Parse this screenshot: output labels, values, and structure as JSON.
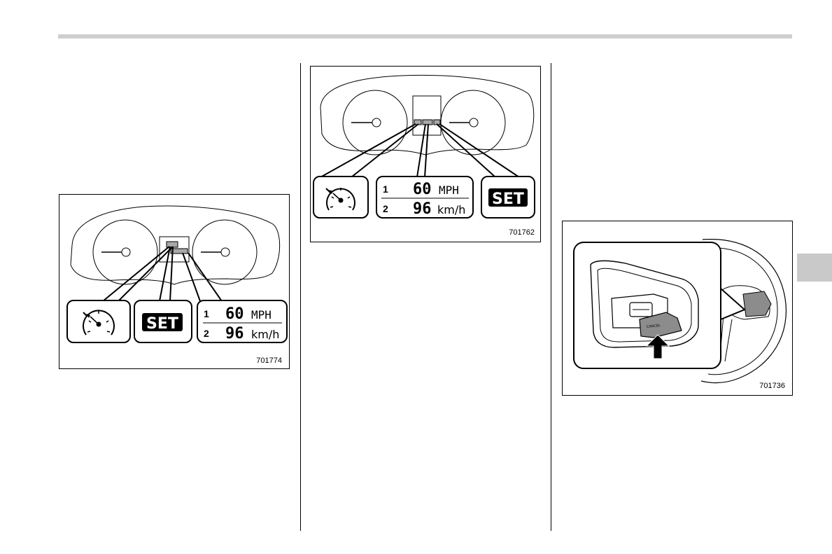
{
  "figures": {
    "fig1": {
      "code": "701774",
      "set_label": "SET",
      "row1_index": "1",
      "row1_speed": "60",
      "row1_unit": "MPH",
      "row2_index": "2",
      "row2_speed": "96",
      "row2_unit": "km/h"
    },
    "fig2": {
      "code": "701762",
      "set_label": "SET",
      "row1_index": "1",
      "row1_speed": "60",
      "row1_unit": "MPH",
      "row2_index": "2",
      "row2_speed": "96",
      "row2_unit": "km/h"
    },
    "fig3": {
      "code": "701736",
      "cancel_label": "CANCEL"
    }
  },
  "colors": {
    "header_bar": "#cfcfcf",
    "side_tab": "#c9c9c9",
    "indicator_fill": "#a8a8a8"
  }
}
